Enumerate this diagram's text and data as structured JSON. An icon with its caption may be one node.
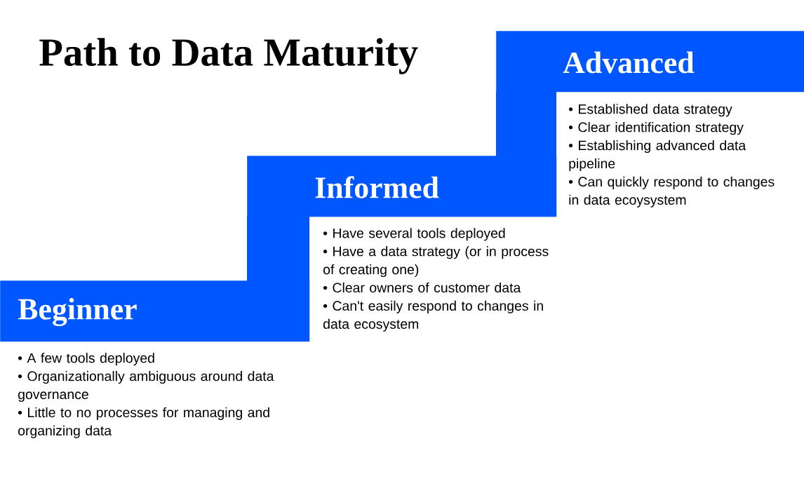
{
  "diagram": {
    "title": "Path to Data Maturity",
    "nodes": [
      {
        "text": [
          "Beginner",
          "• A few tools deployed",
          "• Organizationally ambiguous around data governance",
          "• Little to no processes for managing and organizing data"
        ]
      },
      {
        "text": [
          "Informed",
          "• Have several tools deployed",
          "• Have a data strategy (or in process of creating one)",
          "• Clear owners of customer data",
          "• Can't easily respond to changes in data ecosystem"
        ]
      },
      {
        "text": [
          "Advanced",
          "• Established data strategy",
          "• Clear identification strategy",
          "• Establishing advanced data pipeline",
          "• Can quickly respond to changes in data ecoysystem"
        ]
      }
    ]
  }
}
